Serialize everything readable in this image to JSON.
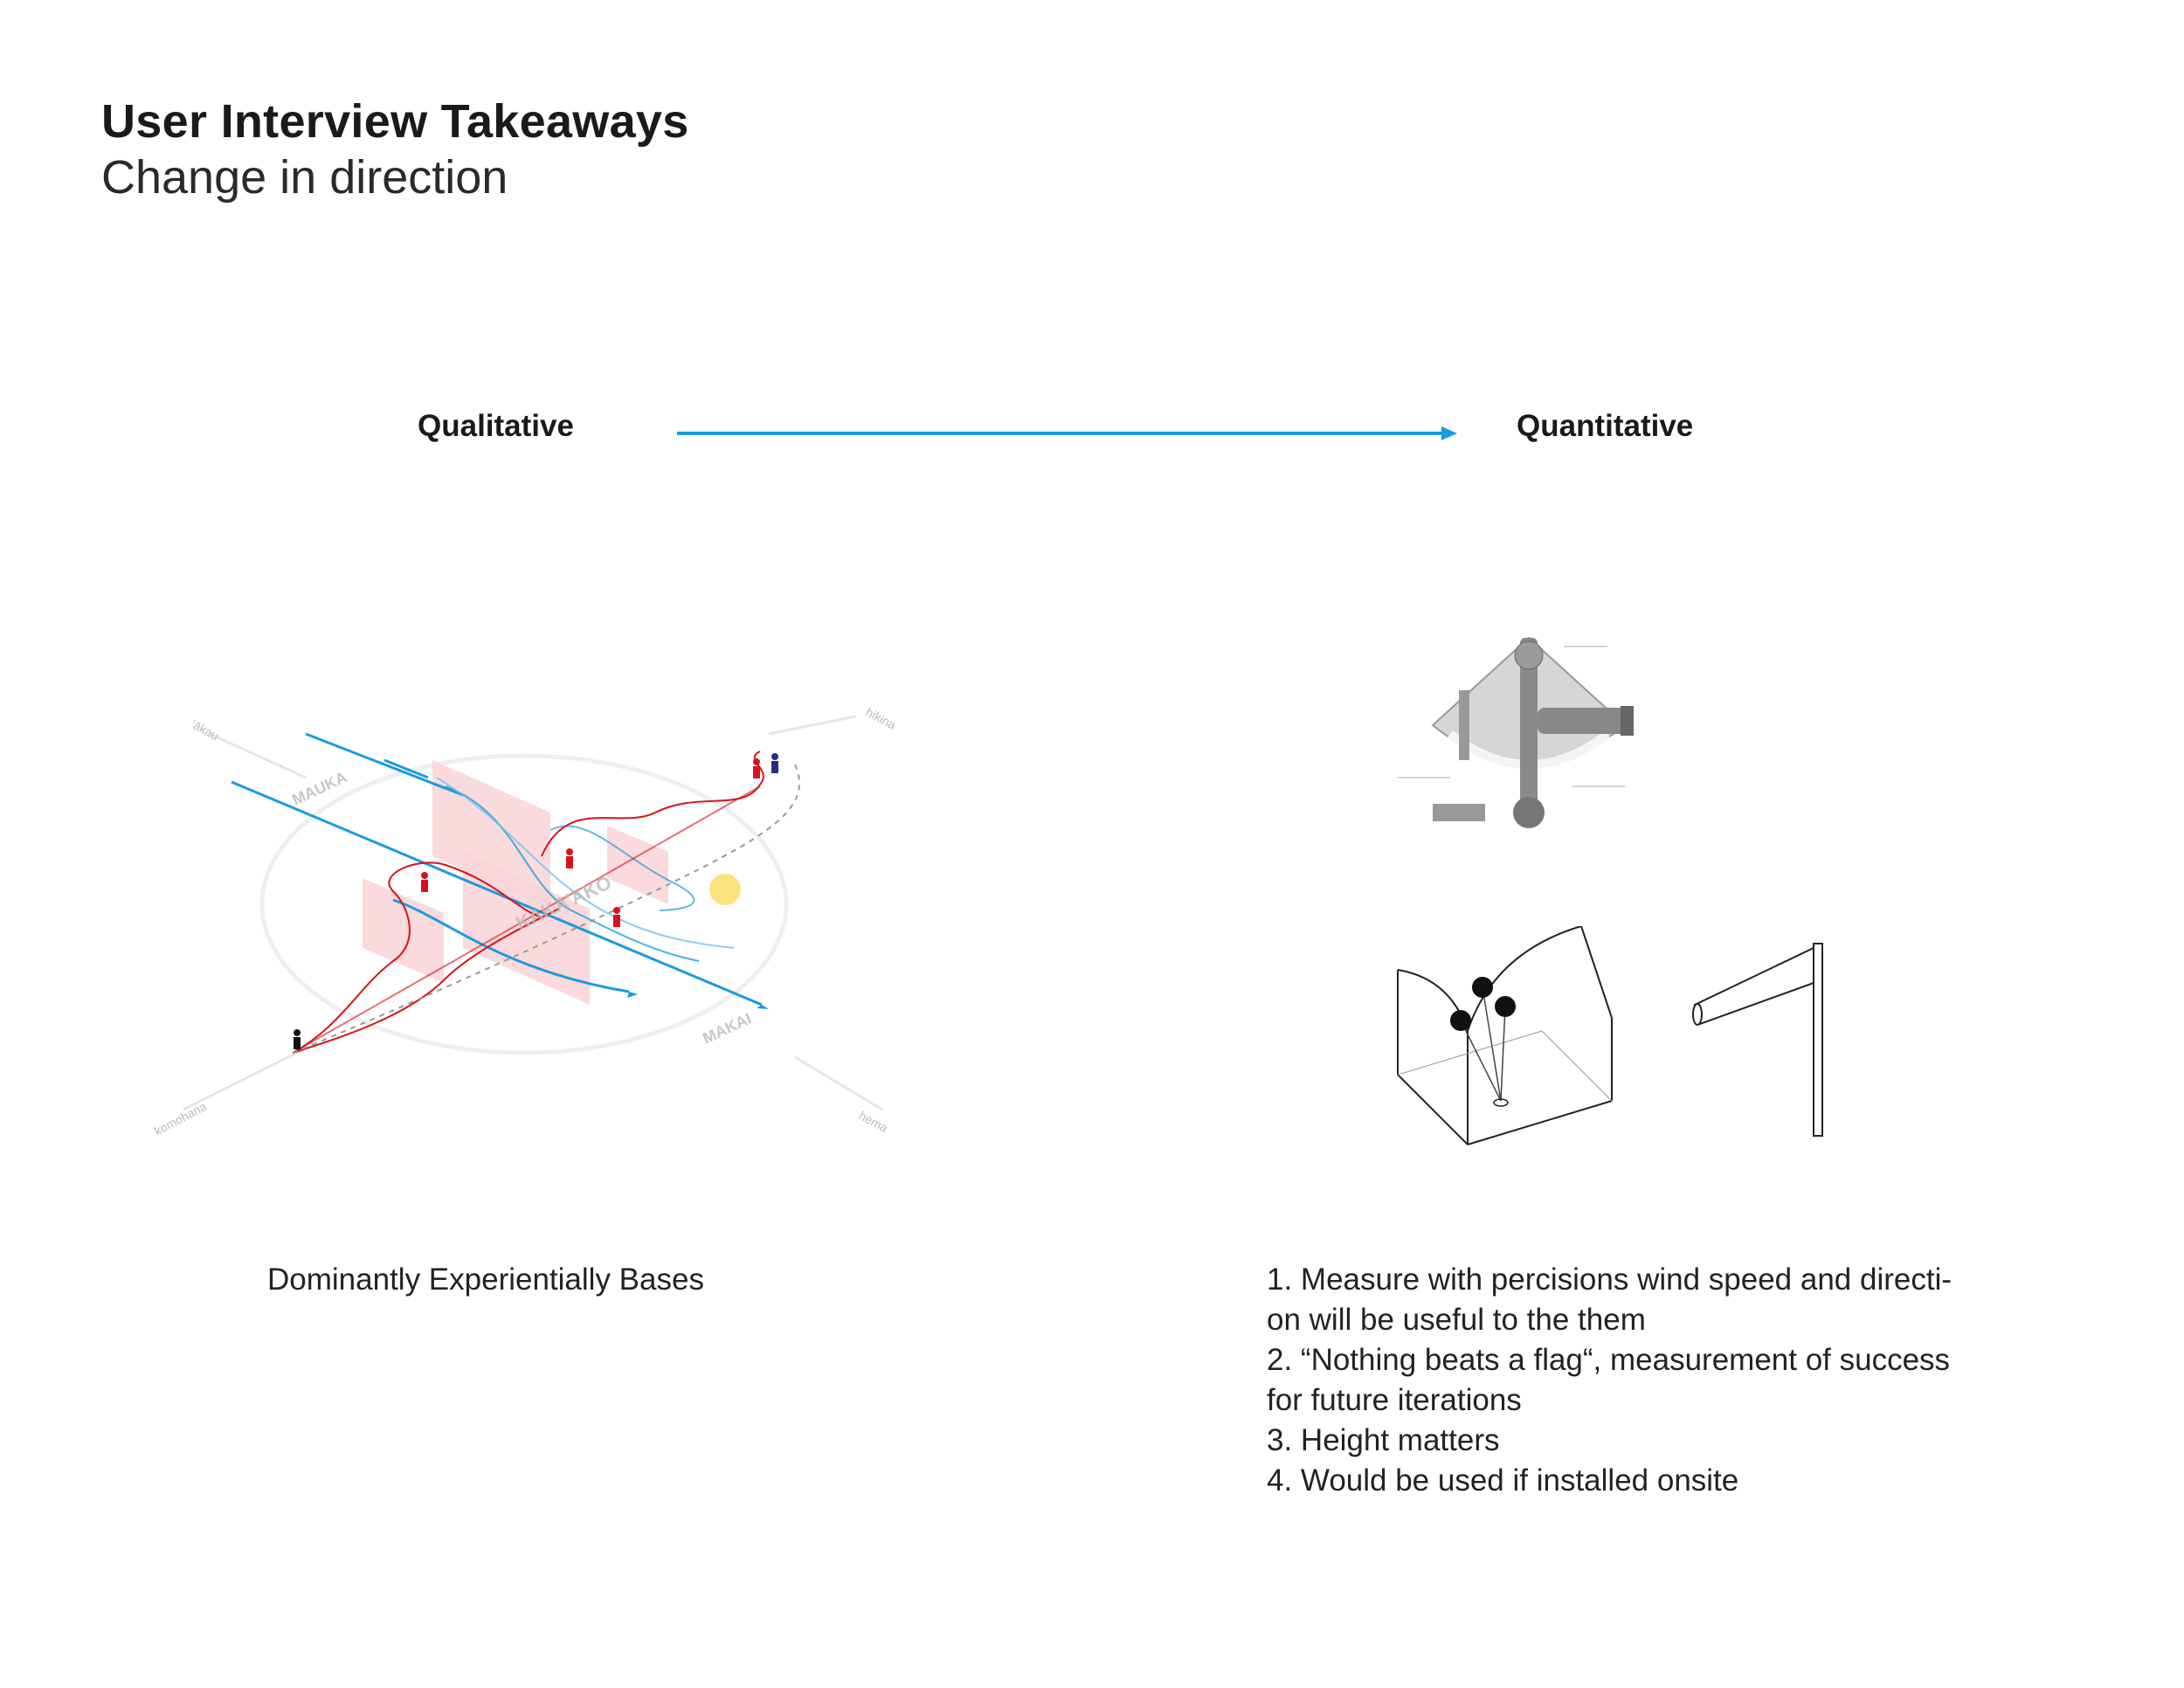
{
  "header": {
    "title": "User Interview Takeaways",
    "subtitle": "Change in direction"
  },
  "spectrum": {
    "left_label": "Qualitative",
    "right_label": "Quantitative",
    "arrow_color": "#1a9be0"
  },
  "left_panel": {
    "caption": "Dominantly Experientially Bases",
    "map_labels": {
      "top_left": "'ākau",
      "top_right": "hikina",
      "bottom_left": "komohana",
      "bottom_right": "hema",
      "mauka": "MAUKA",
      "makai": "MAKAI",
      "center": "KAKA'AKO"
    },
    "colors": {
      "flow": "#1a9be0",
      "path": "#d8121b",
      "panel": "#f9d4d6",
      "sun": "#fbe27c"
    }
  },
  "right_panel": {
    "takeaways": [
      "1. Measure with percisions wind speed and directi-",
      "on will be useful to the them",
      "2. “Nothing beats a flag“, measurement of success",
      "for future iterations",
      "3. Height matters",
      "4. Would be used if installed onsite"
    ]
  }
}
